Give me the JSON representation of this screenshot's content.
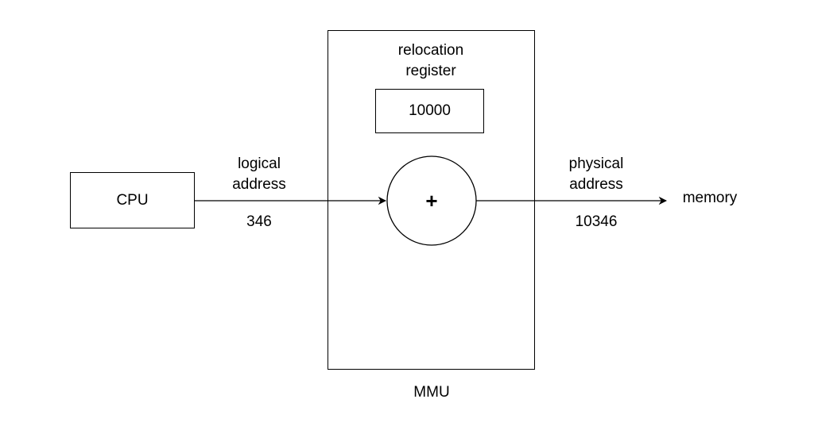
{
  "cpu": {
    "label": "CPU"
  },
  "mmu": {
    "label": "MMU",
    "relocation_register": {
      "label_line1": "relocation",
      "label_line2": "register",
      "value": "10000"
    },
    "adder_symbol": "+"
  },
  "logical_address": {
    "label_line1": "logical",
    "label_line2": "address",
    "value": "346"
  },
  "physical_address": {
    "label_line1": "physical",
    "label_line2": "address",
    "value": "10346"
  },
  "memory": {
    "label": "memory"
  }
}
